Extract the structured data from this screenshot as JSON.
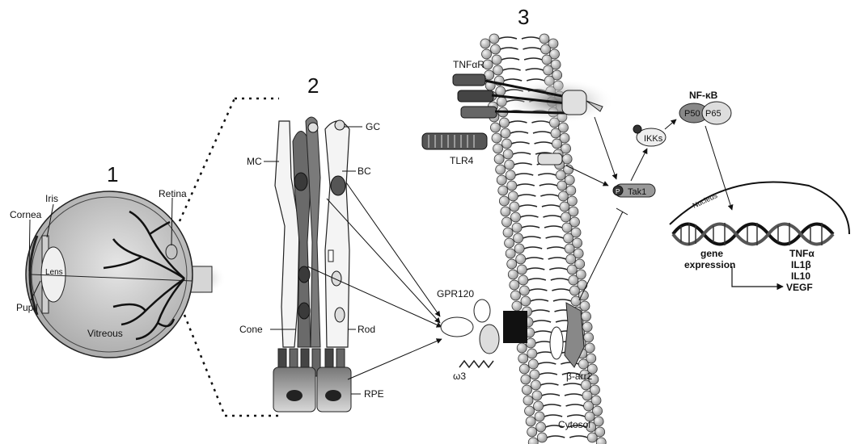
{
  "panel_numbers": {
    "eye": "1",
    "retina": "2",
    "membrane": "3"
  },
  "eye_labels": {
    "iris": "Iris",
    "retina": "Retina",
    "cornea": "Cornea",
    "lens": "Lens",
    "pupil": "Pupil",
    "vitreous": "Vitreous"
  },
  "retina_labels": {
    "mc": "MC",
    "gc": "GC",
    "bc": "BC",
    "cone": "Cone",
    "rod": "Rod",
    "rpe": "RPE"
  },
  "membrane_labels": {
    "tnfar": "TNFαR",
    "tlr4": "TLR4",
    "gpr120": "GPR120",
    "omega3": "ω3",
    "barr2": "β-arr2",
    "cytosol": "Cytosol"
  },
  "signaling_labels": {
    "tak1": "Tak1",
    "ikks": "IKKs",
    "nfkb": "NF-κB",
    "p50": "P50",
    "p65": "P65",
    "p": "P",
    "nucleus": "Nucleus",
    "gene1": "gene",
    "gene2": "expression",
    "products": [
      "TNFα",
      "IL1β",
      "IL10",
      "VEGF"
    ]
  },
  "colors": {
    "ink": "#111111",
    "cell_dark": "#555555",
    "cell_light": "#e8e8e8",
    "bead": "#c8c8c8"
  }
}
